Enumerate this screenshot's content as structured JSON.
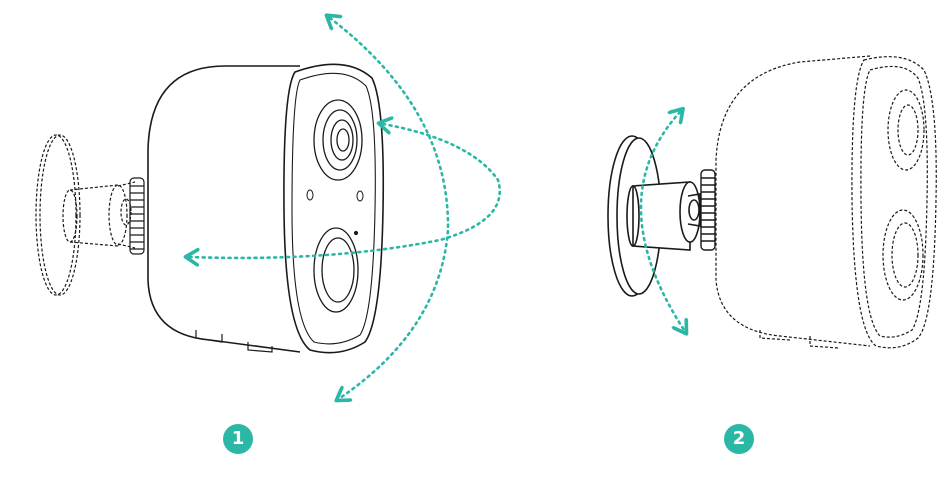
{
  "steps": [
    {
      "number": "1"
    },
    {
      "number": "2"
    }
  ],
  "colors": {
    "accent": "#2bb7a6",
    "line": "#1a1a1a",
    "background": "#ffffff"
  },
  "icons": {
    "step1": "camera-swivel-rotation-diagram",
    "step2": "mount-base-tilt-diagram",
    "arrows": "dotted-rotation-arrow"
  }
}
